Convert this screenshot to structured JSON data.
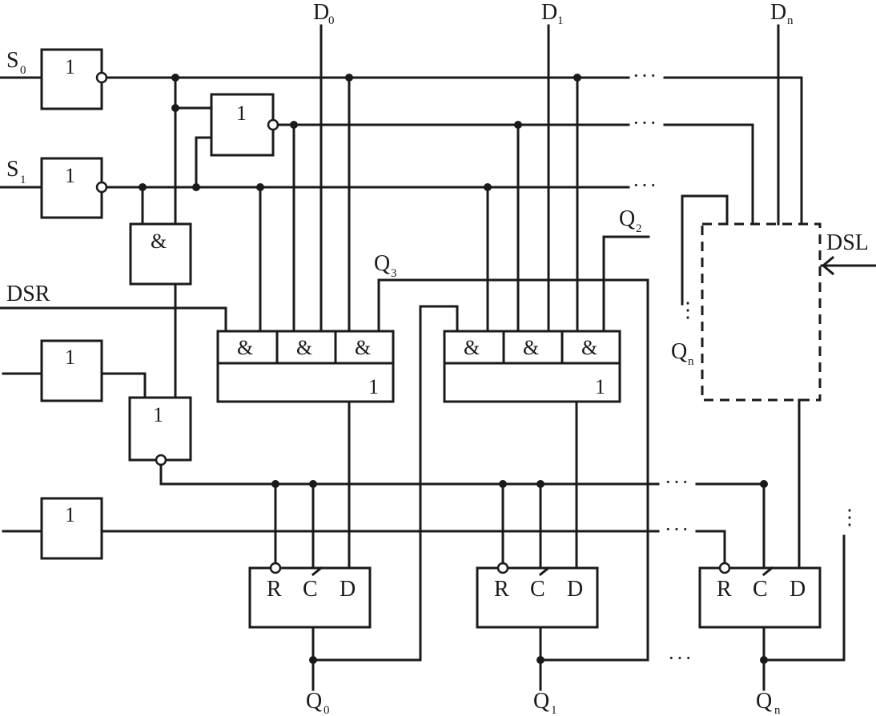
{
  "signals": {
    "s0": {
      "main": "S",
      "sub": "0"
    },
    "s1": {
      "main": "S",
      "sub": "1"
    },
    "dsr": "DSR",
    "dsl": "DSL",
    "d0": {
      "main": "D",
      "sub": "0"
    },
    "d1": {
      "main": "D",
      "sub": "1"
    },
    "dn": {
      "main": "D",
      "sub": "n"
    },
    "q0": {
      "main": "Q",
      "sub": "0"
    },
    "q1": {
      "main": "Q",
      "sub": "1"
    },
    "qn": {
      "main": "Q",
      "sub": "n"
    },
    "q2": {
      "main": "Q",
      "sub": "2"
    },
    "q3": {
      "main": "Q",
      "sub": "3"
    },
    "qn_fb": {
      "main": "Q",
      "sub": "n"
    }
  },
  "gates": {
    "or_symbol": "1",
    "and_symbol": "&"
  },
  "flipflop_pins": {
    "reset": "R",
    "clock": "C",
    "data": "D"
  },
  "ellipsis": "···"
}
